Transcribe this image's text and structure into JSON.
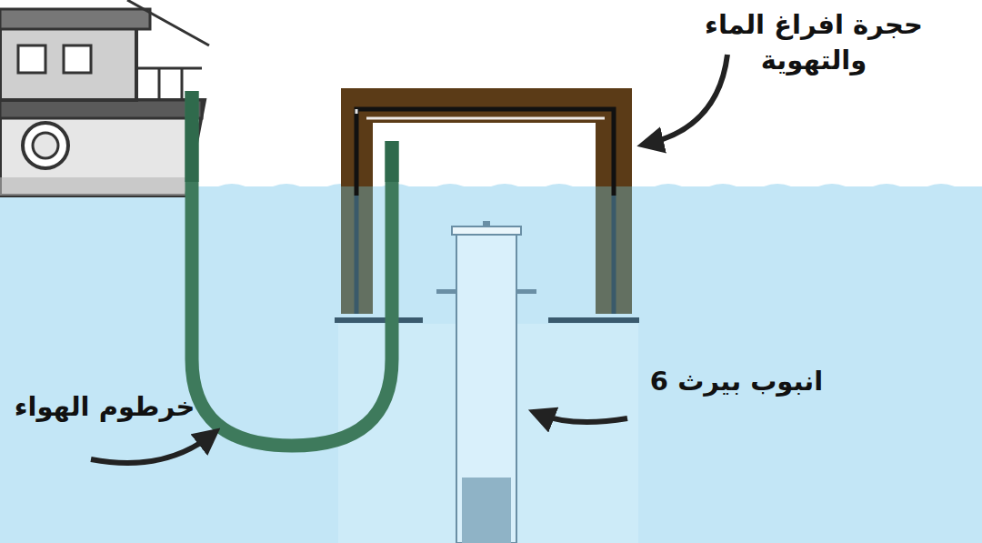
{
  "diagram": {
    "labels": [
      "حجرة افراغ الماء والتهوية",
      "خرطوم الهواء",
      "انبوب بيرث 6"
    ]
  }
}
